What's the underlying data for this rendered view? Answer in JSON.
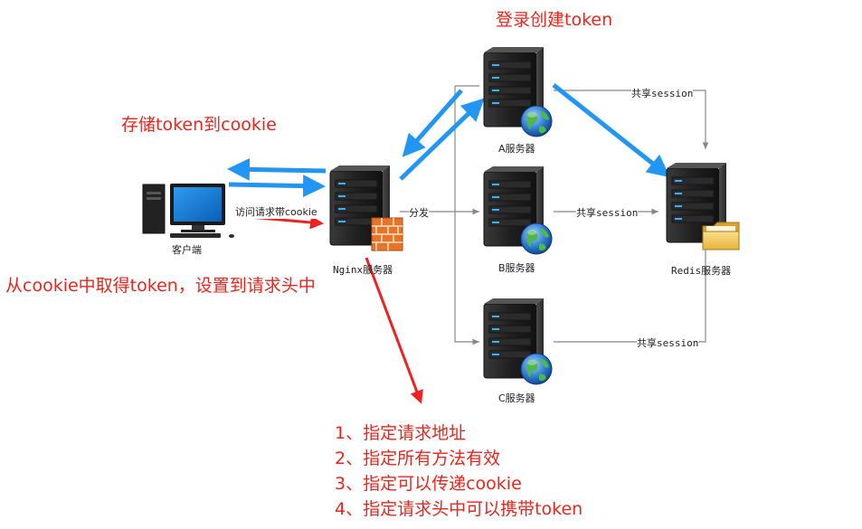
{
  "labels": {
    "login_token": "登录创建token",
    "store_token": "存储token到cookie",
    "extract_token": "从cookie中取得token，设置到请求头中",
    "client": "客户端",
    "request_cookie": "访问请求带cookie",
    "nginx": "Nginx服务器",
    "dispatch": "分发",
    "server_a": "A服务器",
    "server_b": "B服务器",
    "server_c": "C服务器",
    "redis": "Redis服务器",
    "share_a": "共享session",
    "share_b": "共享session",
    "share_c": "共享session"
  },
  "config_list": [
    "1、指定请求地址",
    "2、指定所有方法有效",
    "3、指定可以传递cookie",
    "4、指定请求头中可以携带token"
  ],
  "colors": {
    "annotation_red": "#e8261c",
    "arrow_blue": "#2196f3",
    "arrow_red": "#ee2222",
    "connector_gray": "#888888"
  }
}
